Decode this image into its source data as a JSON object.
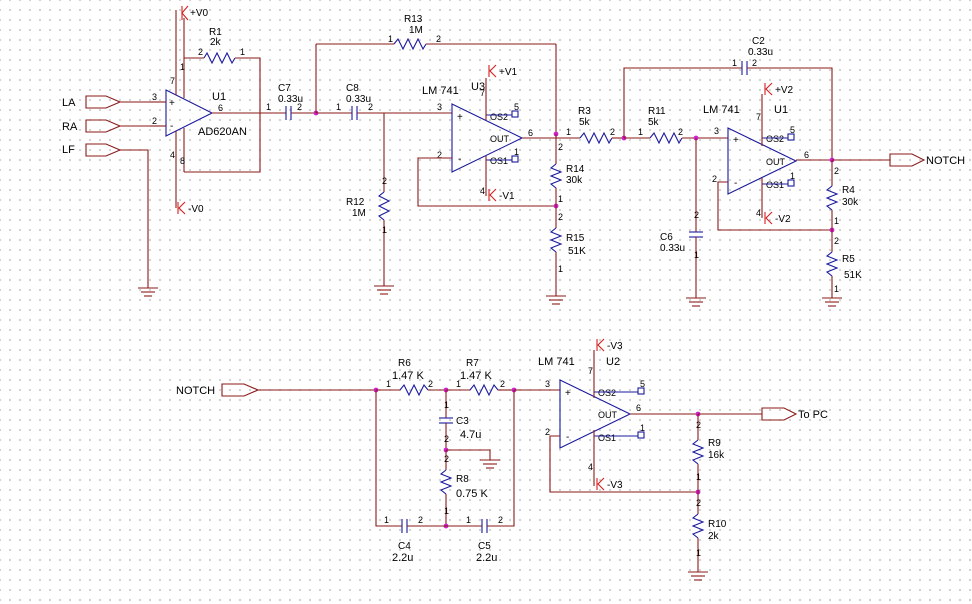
{
  "ports": {
    "la": "LA",
    "ra": "RA",
    "lf": "LF",
    "notch_out": "NOTCH",
    "notch_in": "NOTCH",
    "to_pc": "To PC"
  },
  "u1a": {
    "ref": "U1",
    "part": "AD620AN",
    "vpos": "+V0",
    "vneg": "-V0",
    "r1_ref": "R1",
    "r1_val": "2k"
  },
  "caps": {
    "c7": {
      "ref": "C7",
      "val": "0.33u"
    },
    "c8": {
      "ref": "C8",
      "val": "0.33u"
    },
    "c2": {
      "ref": "C2",
      "val": "0.33u"
    },
    "c6": {
      "ref": "C6",
      "val": "0.33u"
    },
    "c3": {
      "ref": "C3",
      "val": "4.7u"
    },
    "c4": {
      "ref": "C4",
      "val": "2.2u"
    },
    "c5": {
      "ref": "C5",
      "val": "2.2u"
    }
  },
  "res": {
    "r13": {
      "ref": "R13",
      "val": "1M"
    },
    "r12": {
      "ref": "R12",
      "val": "1M"
    },
    "r14": {
      "ref": "R14",
      "val": "30k"
    },
    "r15": {
      "ref": "R15",
      "val": "51K"
    },
    "r3": {
      "ref": "R3",
      "val": "5k"
    },
    "r11": {
      "ref": "R11",
      "val": "5k"
    },
    "r4": {
      "ref": "R4",
      "val": "30k"
    },
    "r5": {
      "ref": "R5",
      "val": "51K"
    },
    "r6": {
      "ref": "R6",
      "val": "1.47 K"
    },
    "r7": {
      "ref": "R7",
      "val": "1.47 K"
    },
    "r8": {
      "ref": "R8",
      "val": "0.75 K"
    },
    "r9": {
      "ref": "R9",
      "val": "16k"
    },
    "r10": {
      "ref": "R10",
      "val": "2k"
    }
  },
  "u3": {
    "ref": "U3",
    "part": "LM 741",
    "vpos": "+V1",
    "vneg": "-V1"
  },
  "u1b": {
    "ref": "U1",
    "part": "LM 741",
    "vpos": "+V2",
    "vneg": "-V2"
  },
  "u2": {
    "ref": "U2",
    "part": "LM 741",
    "vpos": "-V3",
    "vneg": "-V3"
  },
  "opamp_pins": {
    "os1": "OS1",
    "os2": "OS2",
    "out": "OUT",
    "plus": "+",
    "minus": "-"
  },
  "pins": {
    "p1": "1",
    "p2": "2",
    "p3": "3",
    "p4": "4",
    "p5": "5",
    "p6": "6",
    "p7": "7",
    "p8": "8"
  }
}
